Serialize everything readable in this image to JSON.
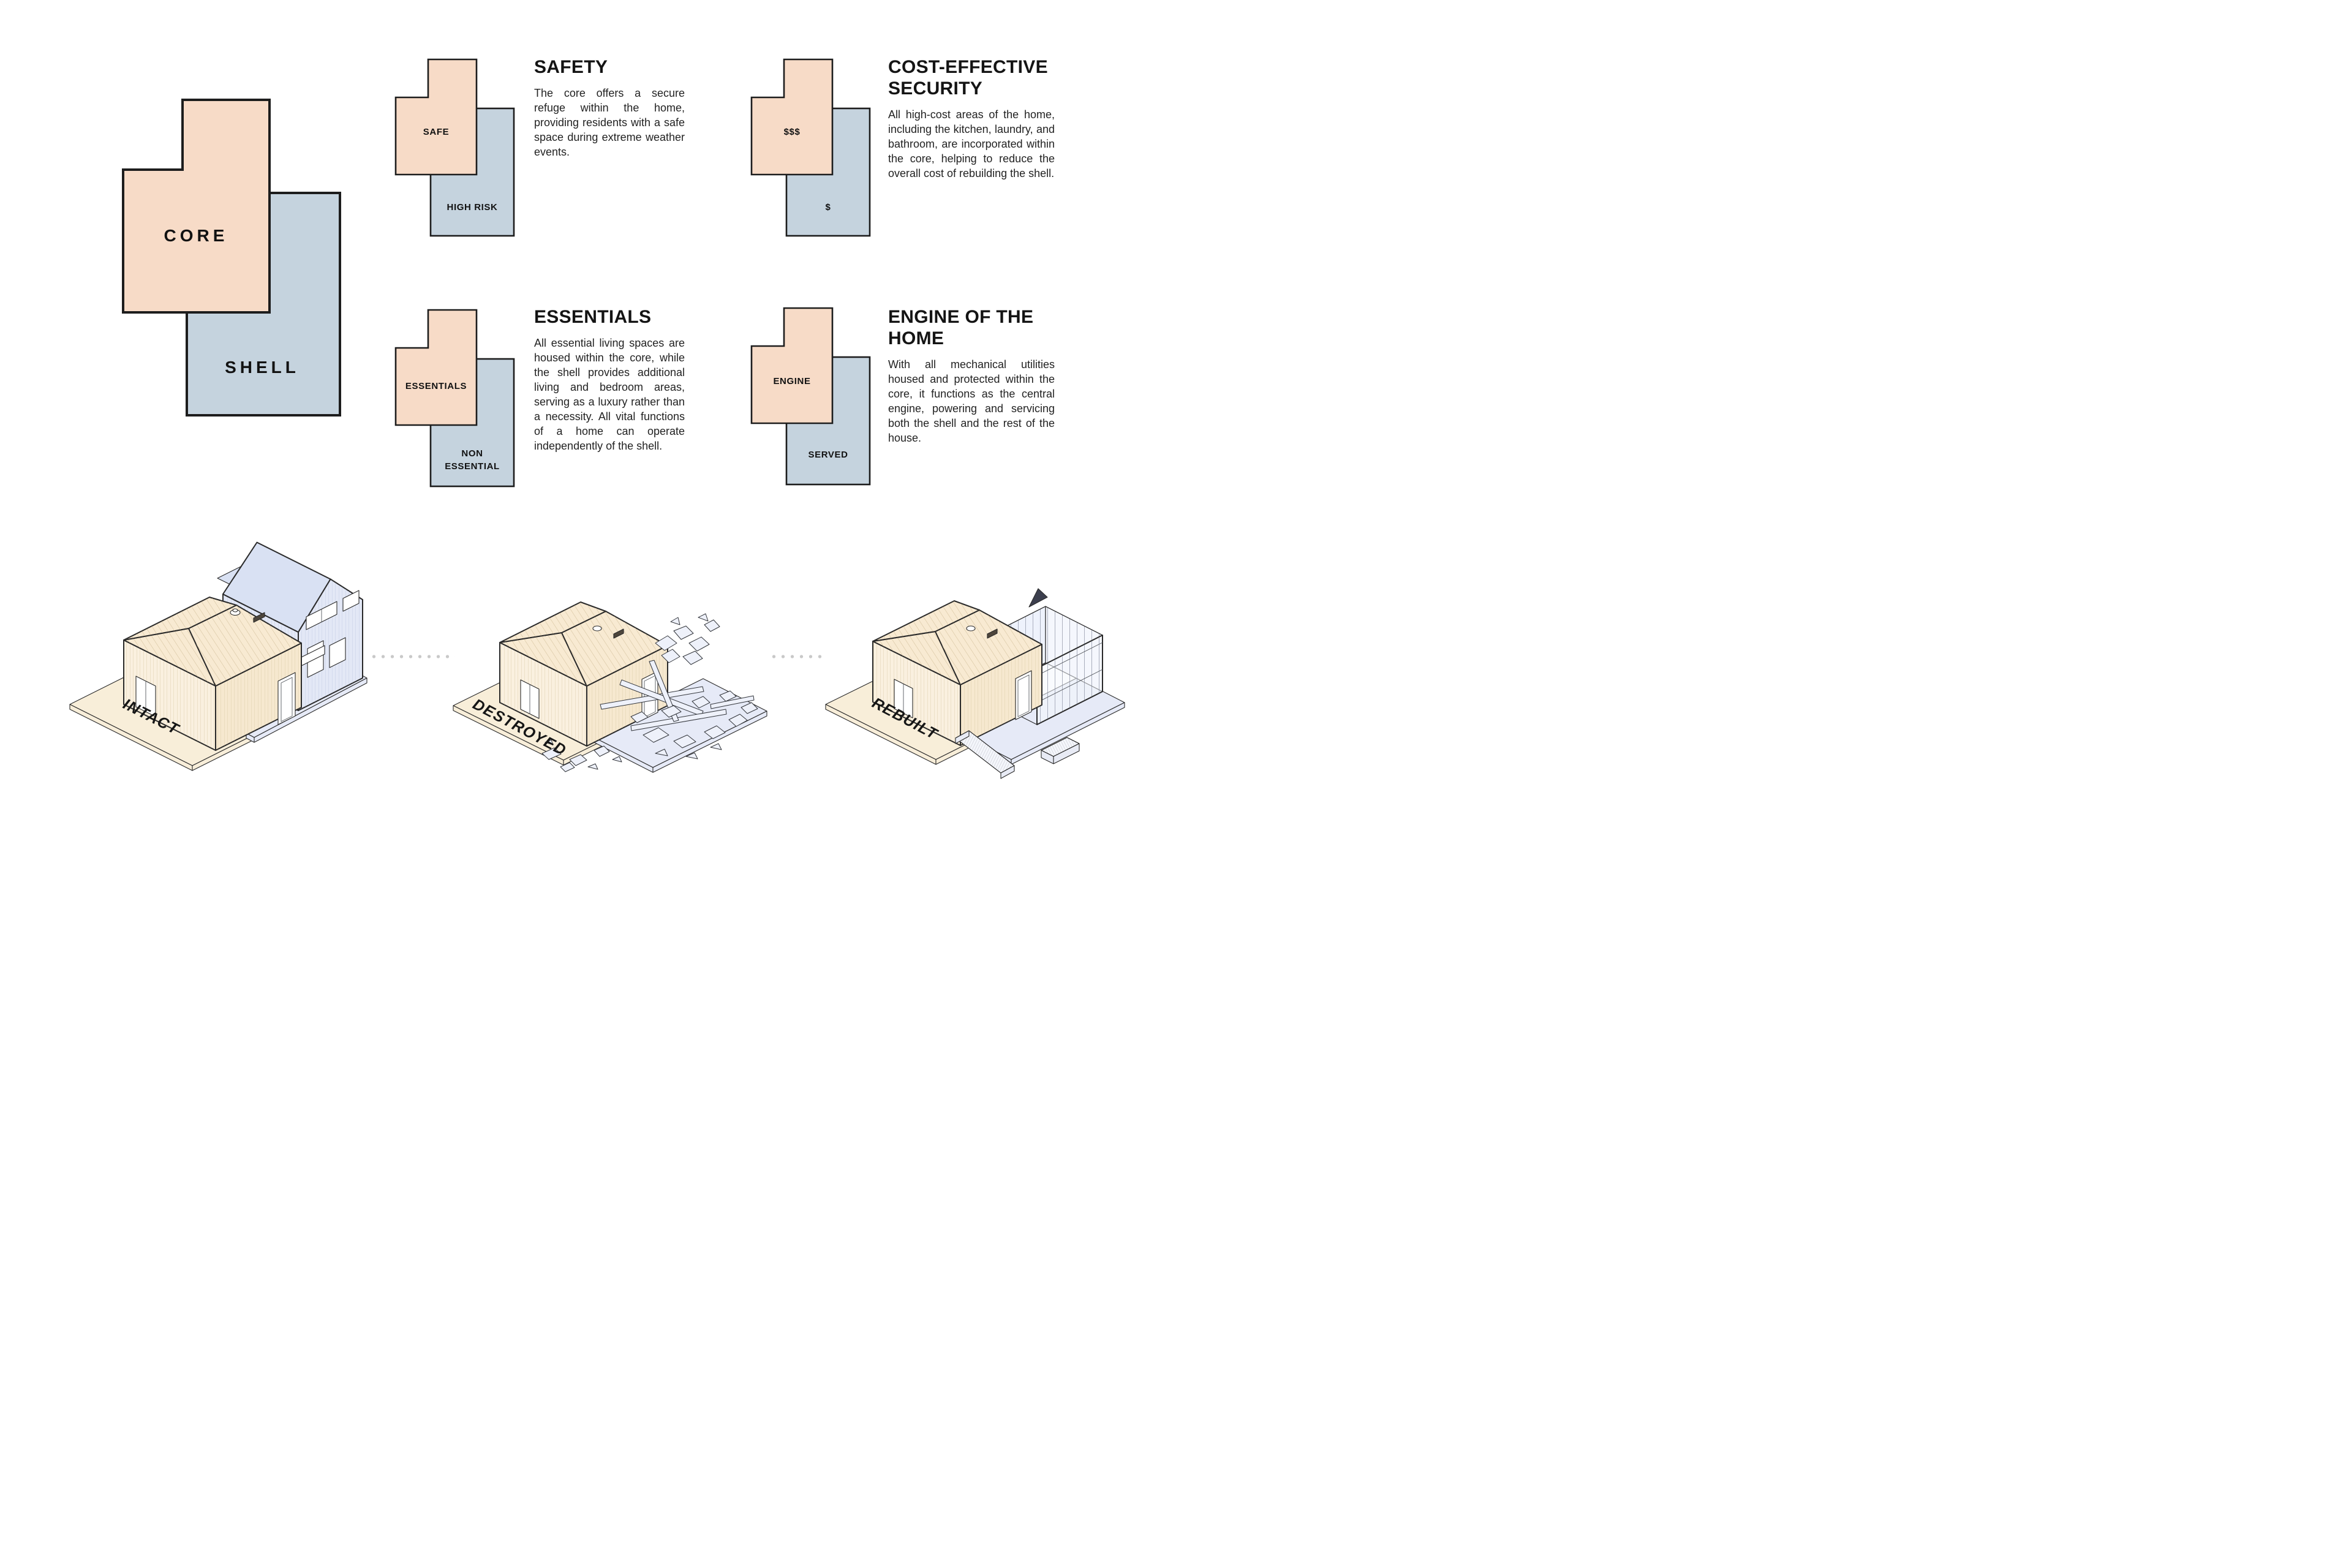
{
  "page": {
    "background": "#ffffff"
  },
  "colors": {
    "core_fill": "#f7dbc7",
    "shell_fill": "#c5d3de",
    "outline": "#1d1d1d",
    "text": "#222222",
    "dots": "#c9c9c9",
    "house_tan_roof": "#f8ead2",
    "house_tan_wall": "#faf0df",
    "house_blue": "#e3e8f6",
    "slab_tan": "#f8eed9",
    "slab_blue": "#e6eaf7"
  },
  "main_diagram": {
    "core_label": "CORE",
    "shell_label": "SHELL"
  },
  "sections": {
    "safety": {
      "title": "SAFETY",
      "body": "The core offers a secure refuge within the home, providing residents with a safe space during extreme weather events.",
      "mini": {
        "core_label": "SAFE",
        "shell_label": "HIGH RISK"
      }
    },
    "cost": {
      "title_line1": "COST-EFFECTIVE",
      "title_line2": "SECURITY",
      "body": "All high-cost areas of the home, including the kitchen, laundry, and bathroom, are incorporated within the core, helping to reduce the overall cost of rebuilding the shell.",
      "mini": {
        "core_label": "$$$",
        "shell_label": "$"
      }
    },
    "essentials": {
      "title": "ESSENTIALS",
      "body": "All essential living spaces are housed within the core, while the shell provides additional living and bedroom areas, serving as a luxury rather than a necessity. All vital functions of a home can operate independently of the shell.",
      "mini": {
        "core_label": "ESSENTIALS",
        "shell_label_line1": "NON",
        "shell_label_line2": "ESSENTIAL"
      }
    },
    "engine": {
      "title_line1": "ENGINE OF THE",
      "title_line2": "HOME",
      "body": "With all mechanical utilities housed and protected within the core, it functions as the central engine, powering and servicing both the shell and the rest of the house.",
      "mini": {
        "core_label": "ENGINE",
        "shell_label": "SERVED"
      }
    }
  },
  "houses": {
    "intact": {
      "label": "INTACT"
    },
    "destroyed": {
      "label": "DESTROYED"
    },
    "rebuilt": {
      "label": "REBUILT"
    }
  }
}
